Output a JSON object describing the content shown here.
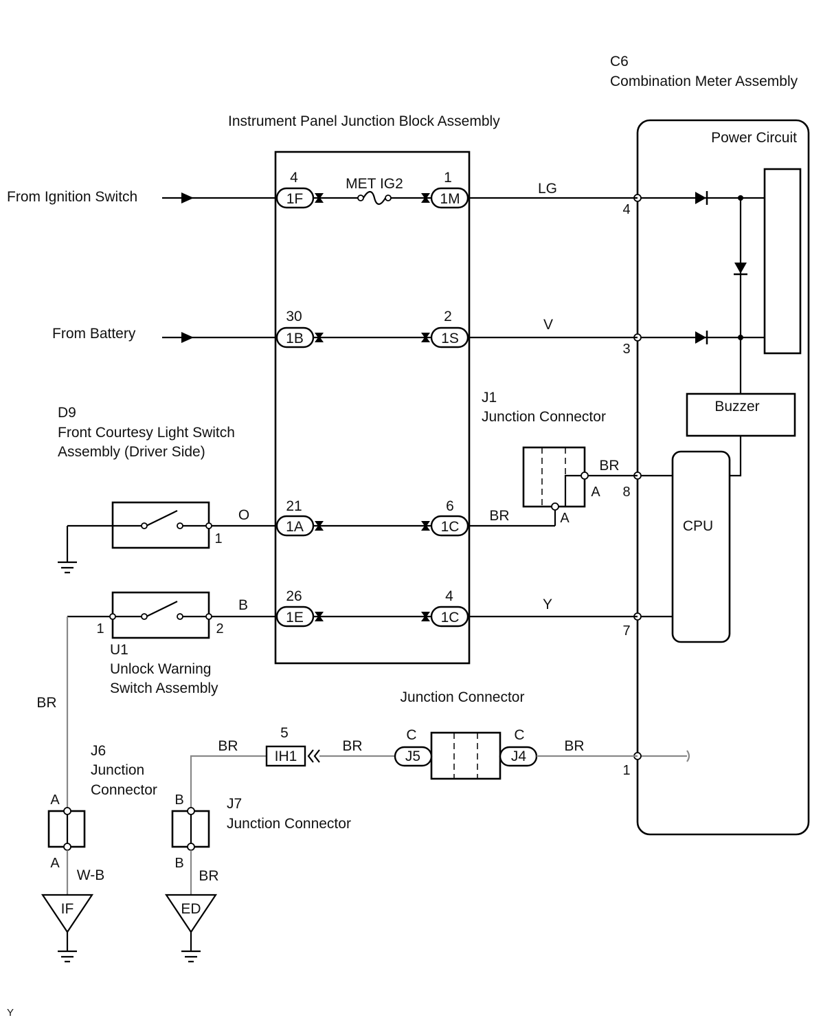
{
  "diagram": {
    "ipjb_title": "Instrument Panel Junction Block Assembly",
    "combo_meter": {
      "code": "C6",
      "title": "Combination Meter Assembly",
      "power_circuit": "Power Circuit",
      "buzzer": "Buzzer",
      "cpu": "CPU"
    },
    "sources": {
      "ignition": "From Ignition Switch",
      "battery": "From Battery"
    },
    "fuse": "MET IG2",
    "connectors": {
      "c1F": {
        "pin": "4",
        "code": "1F"
      },
      "c1M": {
        "pin": "1",
        "code": "1M"
      },
      "c1B": {
        "pin": "30",
        "code": "1B"
      },
      "c1S": {
        "pin": "2",
        "code": "1S"
      },
      "c1A": {
        "pin": "21",
        "code": "1A"
      },
      "c1C6": {
        "pin": "6",
        "code": "1C"
      },
      "c1E": {
        "pin": "26",
        "code": "1E"
      },
      "c1C4": {
        "pin": "4",
        "code": "1C"
      },
      "ih1": {
        "pin": "5",
        "code": "IH1"
      },
      "j5": {
        "pin": "C",
        "code": "J5"
      },
      "j4": {
        "pin": "C",
        "code": "J4"
      }
    },
    "meter_pins": {
      "p4": "4",
      "p3": "3",
      "p8": "8",
      "p7": "7",
      "p1": "1"
    },
    "wires": {
      "lg": "LG",
      "v": "V",
      "br1": "BR",
      "br2": "BR",
      "o": "O",
      "b": "B",
      "y": "Y",
      "br_u1": "BR",
      "br_j7": "BR",
      "br_ih1": "BR",
      "br_j4": "BR",
      "wb": "W-B",
      "br_ed": "BR"
    },
    "d9": {
      "code": "D9",
      "line1": "Front Courtesy Light Switch",
      "line2": "Assembly (Driver Side)",
      "pin": "1"
    },
    "u1": {
      "code": "U1",
      "line1": "Unlock Warning",
      "line2": "Switch Assembly",
      "pin1": "1",
      "pin2": "2"
    },
    "j1": {
      "code": "J1",
      "title": "Junction Connector",
      "pinA_right": "A",
      "pinA_bottom": "A"
    },
    "junction_connector_label": "Junction Connector",
    "j6": {
      "code": "J6",
      "line1": "Junction",
      "line2": "Connector",
      "pin_top": "A",
      "pin_bottom": "A"
    },
    "j7": {
      "code": "J7",
      "title": "Junction Connector",
      "pin_top": "B",
      "pin_bottom": "B"
    },
    "grounds": {
      "if": "IF",
      "ed": "ED"
    },
    "corner_mark": "Y"
  }
}
